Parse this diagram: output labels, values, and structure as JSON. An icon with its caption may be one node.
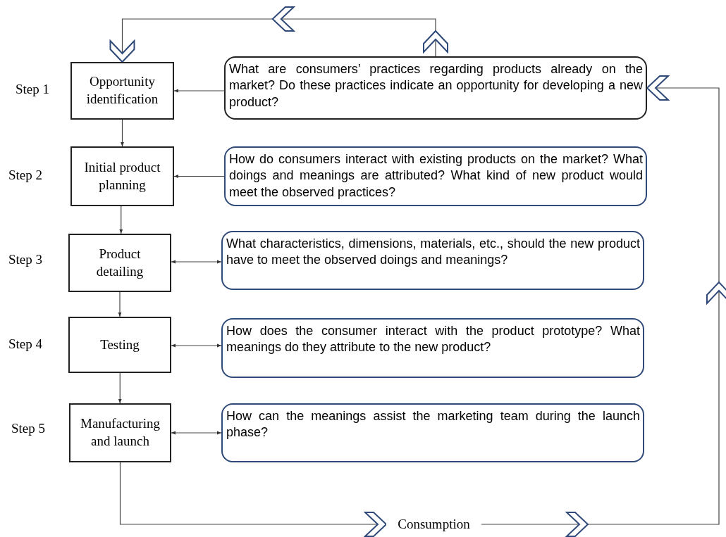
{
  "diagram": {
    "nodes": [
      {
        "text": [
          "Opportunity identification"
        ],
        "beside": [
          "Step 1"
        ]
      },
      {
        "text": [
          "What are consumers’ practices regarding products already on the market? Do these practices indicate an opportunity for developing a new product?"
        ]
      },
      {
        "text": [
          "Initial product planning"
        ],
        "beside": [
          "Step 2"
        ]
      },
      {
        "text": [
          "How do consumers interact with existing products on the market? What doings and meanings are attributed? What kind of new product would meet the observed practices?"
        ]
      },
      {
        "text": [
          "Product detailing"
        ],
        "beside": [
          "Step 3"
        ]
      },
      {
        "text": [
          "What characteristics, dimensions, materials, etc., should the new product have to meet the observed doings and meanings?"
        ]
      },
      {
        "text": [
          "Testing"
        ],
        "beside": [
          "Step 4"
        ]
      },
      {
        "text": [
          "How does the consumer interact with the product prototype? What meanings do they attribute to the new product?"
        ]
      },
      {
        "text": [
          "Manufacturing and launch"
        ],
        "beside": [
          "Step 5"
        ]
      },
      {
        "text": [
          "How can the meanings assist the marketing team during the launch phase?"
        ]
      },
      {
        "text": [
          "Consumption"
        ]
      }
    ],
    "edges": [
      {
        "from": 1,
        "to": 0,
        "arrow": "to"
      },
      {
        "from": 0,
        "to": 2,
        "arrow": "to"
      },
      {
        "from": 3,
        "to": 2,
        "arrow": "to"
      },
      {
        "from": 2,
        "to": 4,
        "arrow": "to"
      },
      {
        "from": 4,
        "to": 5,
        "arrow": "both"
      },
      {
        "from": 4,
        "to": 6,
        "arrow": "to"
      },
      {
        "from": 6,
        "to": 7,
        "arrow": "both"
      },
      {
        "from": 6,
        "to": 8,
        "arrow": "to"
      },
      {
        "from": 8,
        "to": 9,
        "arrow": "both"
      },
      {
        "from": 8,
        "to": 10,
        "arrow": "to"
      },
      {
        "from": 10,
        "to": 1,
        "arrow": "to"
      },
      {
        "from": 1,
        "to": 0,
        "arrow": "to"
      }
    ]
  }
}
